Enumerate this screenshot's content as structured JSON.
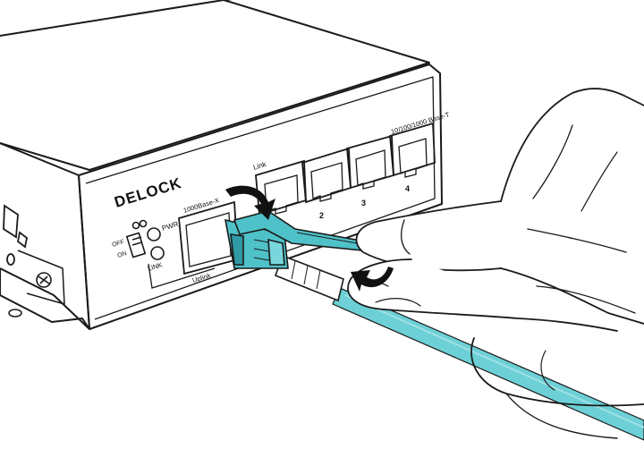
{
  "brand": "DELOCK",
  "device_labels": {
    "uplink_speed": "1000Base-X",
    "copper_speed": "10/100/1000 Base-T",
    "link": "Link",
    "pwr": "PWR",
    "led_link": "LINK",
    "switch_off": "OFF",
    "switch_on": "ON",
    "uplink": "Uplink",
    "port_2": "2",
    "port_3": "3",
    "port_4": "4"
  },
  "colors": {
    "outline": "#1a1a1a",
    "connector": "#4fc1c9",
    "connector_dark": "#2f9aa3",
    "cable": "#6dd0d6",
    "arrow": "#111111"
  },
  "icons": {
    "push_arrow_top": "curved-arrow-icon",
    "push_arrow_right": "curved-arrow-icon"
  }
}
